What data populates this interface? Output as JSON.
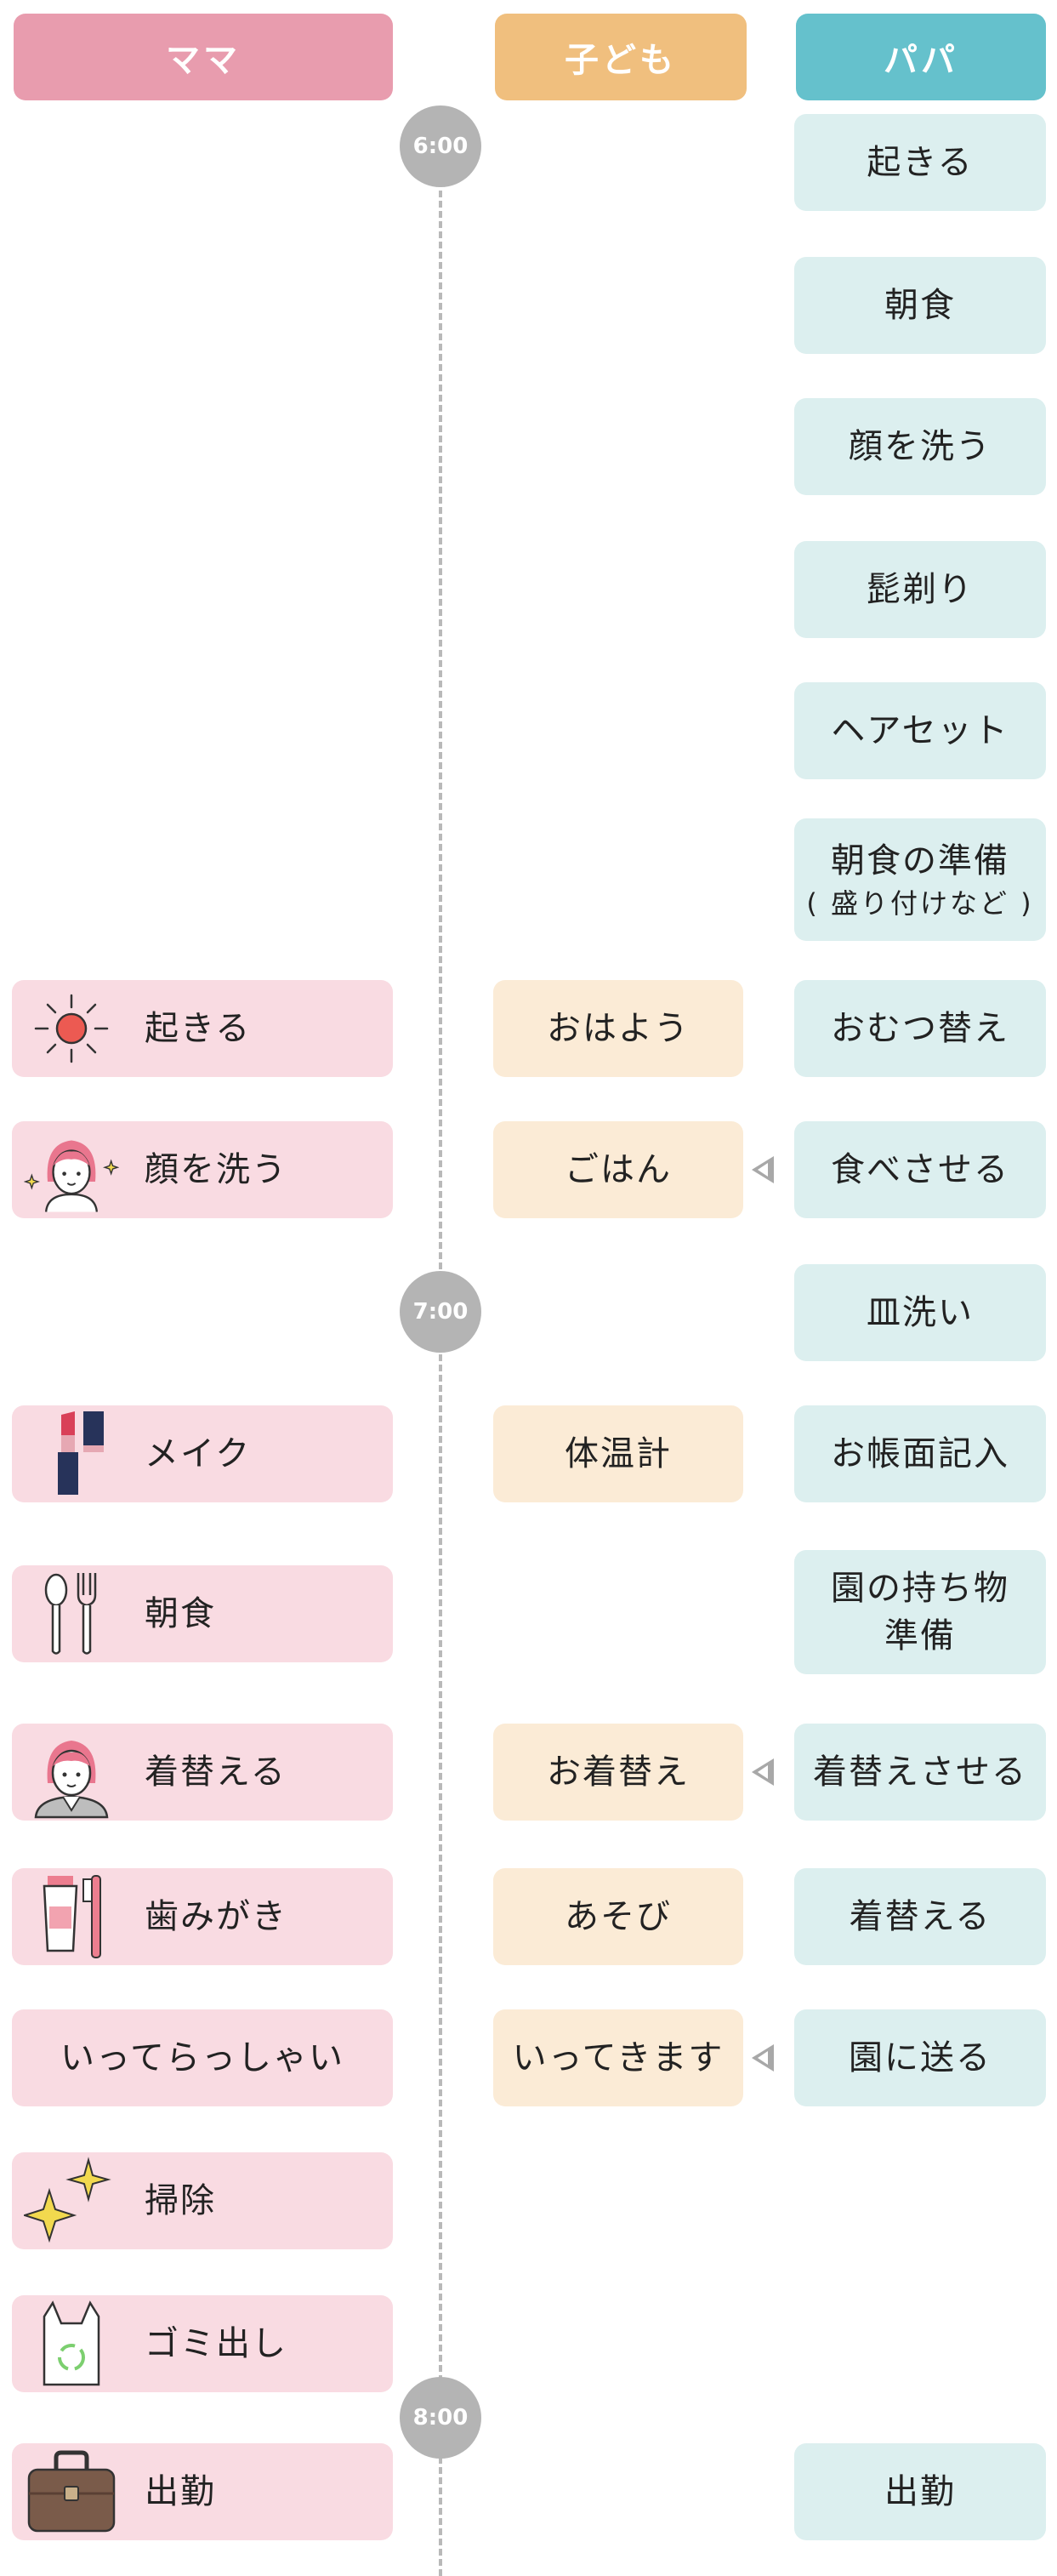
{
  "headers": {
    "mama": "ママ",
    "child": "子ども",
    "papa": "パパ"
  },
  "times": [
    "6:00",
    "7:00",
    "8:00"
  ],
  "papa": {
    "wake": "起きる",
    "breakfast": "朝食",
    "wash_face": "顔を洗う",
    "shave": "髭剃り",
    "hair_set": "ヘアセット",
    "breakfast_prep": "朝食の準備",
    "breakfast_prep_note": "( 盛り付けなど )",
    "diaper": "おむつ替え",
    "feed": "食べさせる",
    "dishes": "皿洗い",
    "notebook": "お帳面記入",
    "belongings_1": "園の持ち物",
    "belongings_2": "準備",
    "dress_child": "着替えさせる",
    "change": "着替える",
    "drop_off": "園に送る",
    "commute": "出勤"
  },
  "child": {
    "morning": "おはよう",
    "meal": "ごはん",
    "thermometer": "体温計",
    "change": "お着替え",
    "play": "あそび",
    "leaving": "いってきます"
  },
  "mama": {
    "wake": {
      "label": "起きる",
      "icon": "sun-icon"
    },
    "wash_face": {
      "label": "顔を洗う",
      "icon": "woman-face-sparkle-icon"
    },
    "makeup": {
      "label": "メイク",
      "icon": "lipstick-icon"
    },
    "breakfast": {
      "label": "朝食",
      "icon": "spoon-fork-icon"
    },
    "change": {
      "label": "着替える",
      "icon": "woman-suit-icon"
    },
    "brush_teeth": {
      "label": "歯みがき",
      "icon": "toothbrush-icon"
    },
    "see_off": {
      "label": "いってらっしゃい"
    },
    "cleaning": {
      "label": "掃除",
      "icon": "sparkle-icon"
    },
    "garbage": {
      "label": "ゴミ出し",
      "icon": "garbage-bag-icon"
    },
    "commute": {
      "label": "出勤",
      "icon": "briefcase-icon"
    }
  },
  "colors": {
    "mama": "#e89cae",
    "child": "#f0bf7e",
    "papa": "#65c1cc",
    "mama_card": "#f9dbe2",
    "child_card": "#fbebd6",
    "papa_card": "#dcefef",
    "timeline": "#b4b4b4"
  }
}
